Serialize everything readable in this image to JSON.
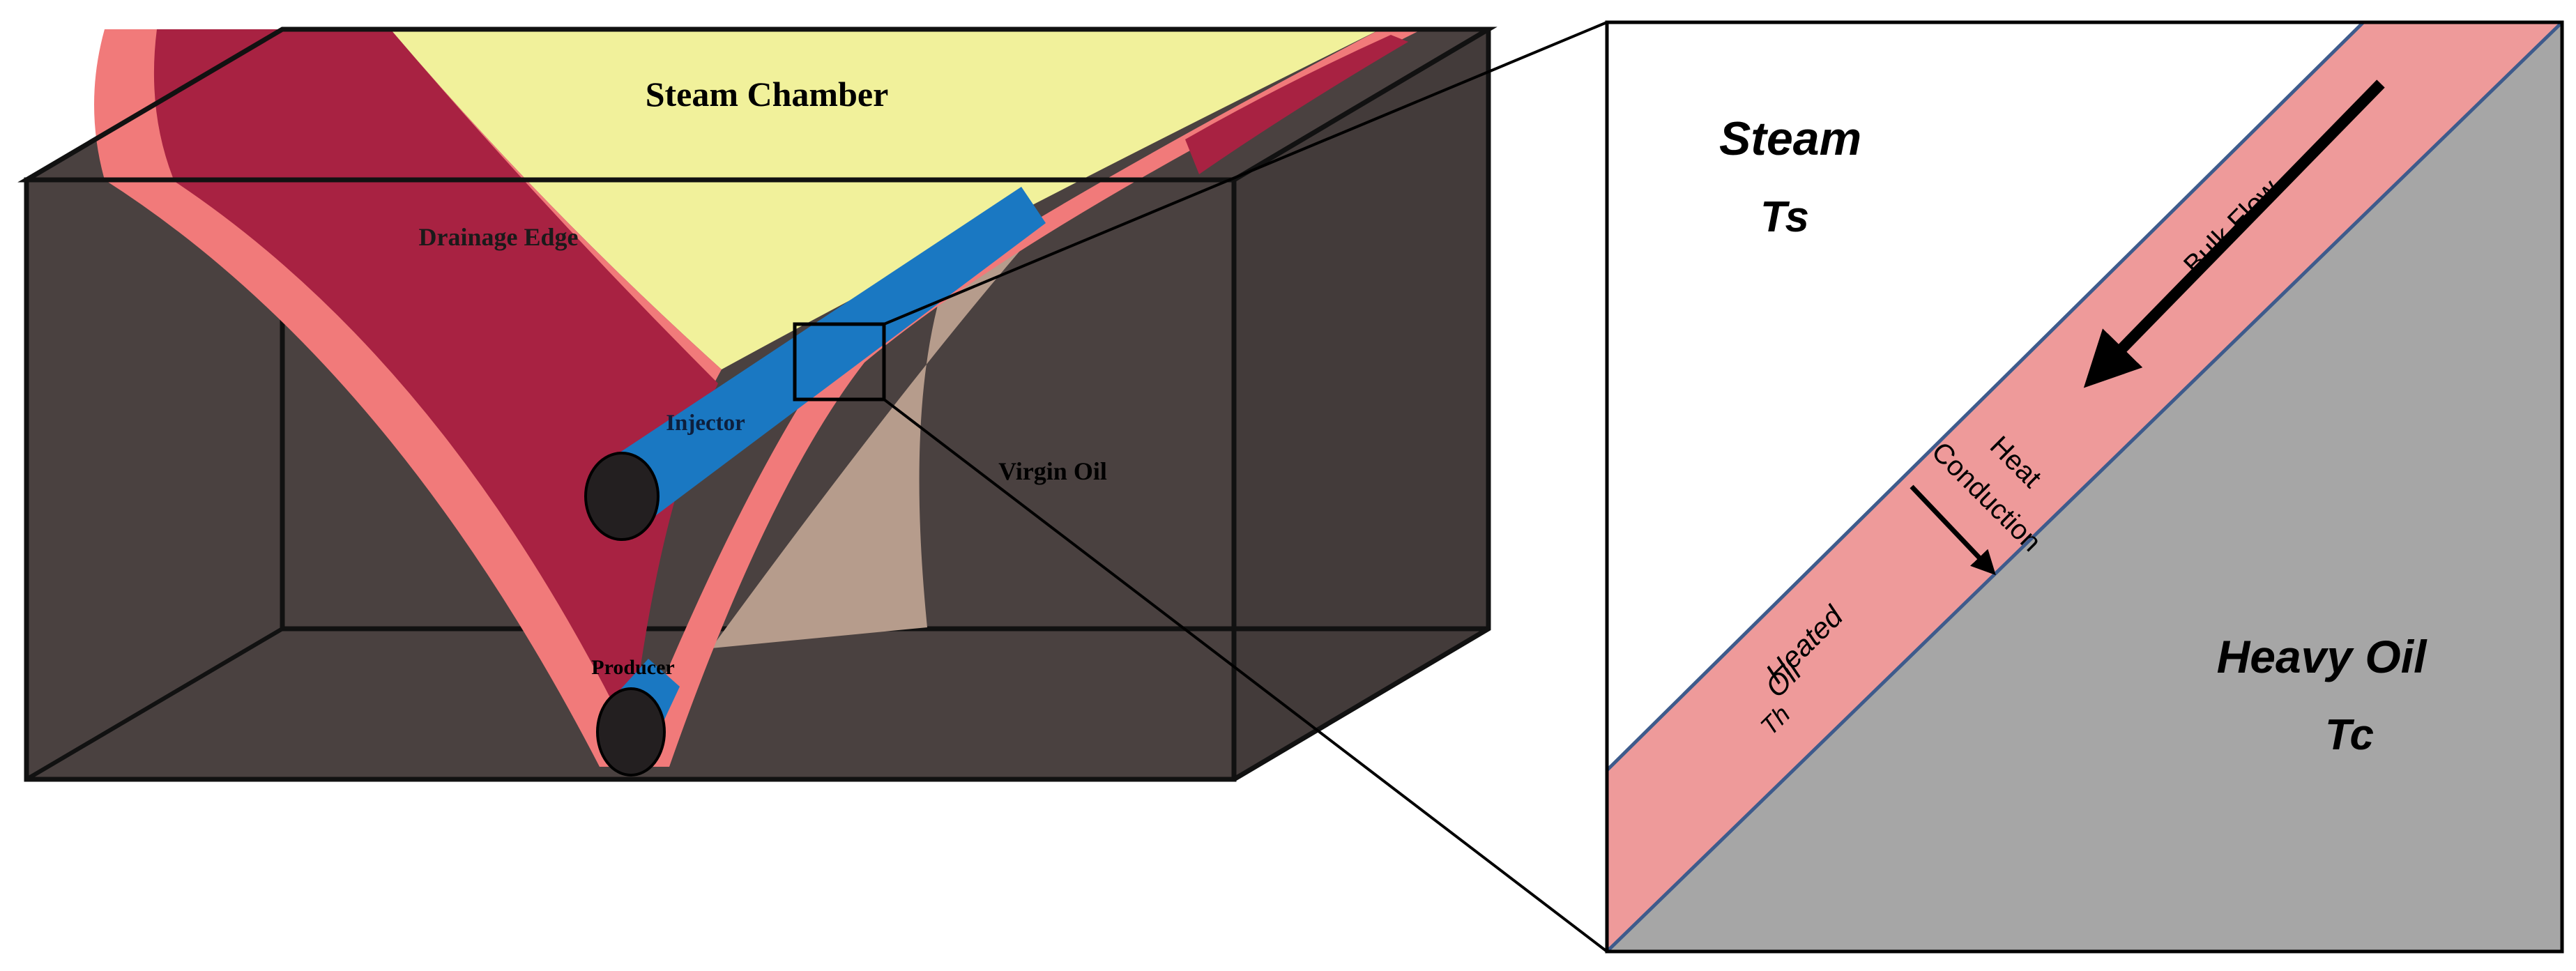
{
  "block_labels": {
    "steam_chamber": "Steam Chamber",
    "drainage_edge": "Drainage Edge",
    "injector": "Injector",
    "virgin_oil": "Virgin Oil",
    "producer": "Producer"
  },
  "detail_labels": {
    "steam": "Steam",
    "steam_temp": "Ts",
    "bulk_flow": "Bulk Flow",
    "heat": "Heat",
    "conduction": "Conduction",
    "heated": "Heated",
    "oil": "Oil",
    "heated_temp": "Th",
    "heavy_oil": "Heavy Oil",
    "heavy_temp": "Tc"
  },
  "colors": {
    "steam_chamber": "#f1f19b",
    "drainage_edge": "#a82242",
    "heated_band": "#f17a7a",
    "injector_pipe": "#1a78c2",
    "virgin_oil_face": "#b69c8c",
    "rock": "#4a4140",
    "detail_band": "#ee9a9a",
    "heavy_oil": "#a6a6a6"
  }
}
